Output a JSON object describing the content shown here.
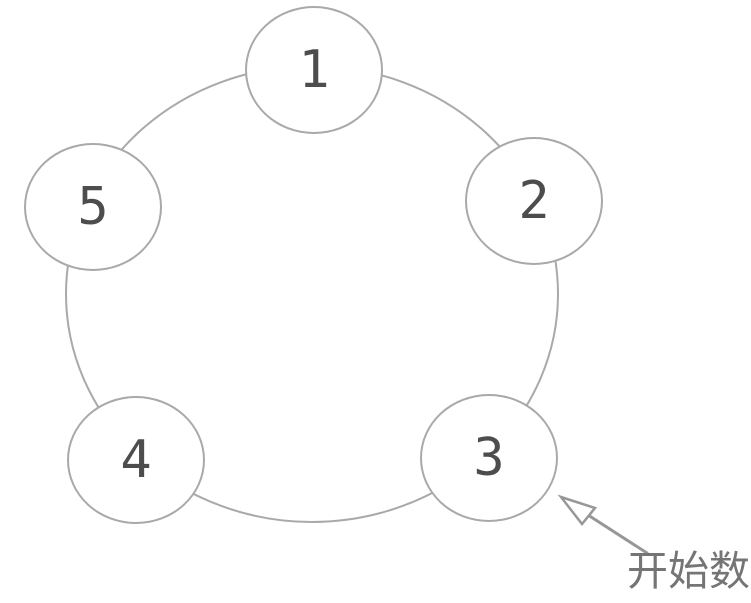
{
  "figure": {
    "title": "counting-circle-diagram",
    "background": "#ffffff"
  },
  "colors": {
    "ring_stroke": "#a9a9a9",
    "node_stroke": "#a9a9a9",
    "node_fill": "#ffffff",
    "digit": "#4d4d4d",
    "arrow": "#979797",
    "annotation_text": "#757575"
  },
  "nodes": [
    {
      "id": "node-1",
      "label": "1"
    },
    {
      "id": "node-2",
      "label": "2"
    },
    {
      "id": "node-3",
      "label": "3"
    },
    {
      "id": "node-4",
      "label": "4"
    },
    {
      "id": "node-5",
      "label": "5"
    }
  ],
  "annotation": {
    "label": "开始数",
    "target": "node-3"
  }
}
